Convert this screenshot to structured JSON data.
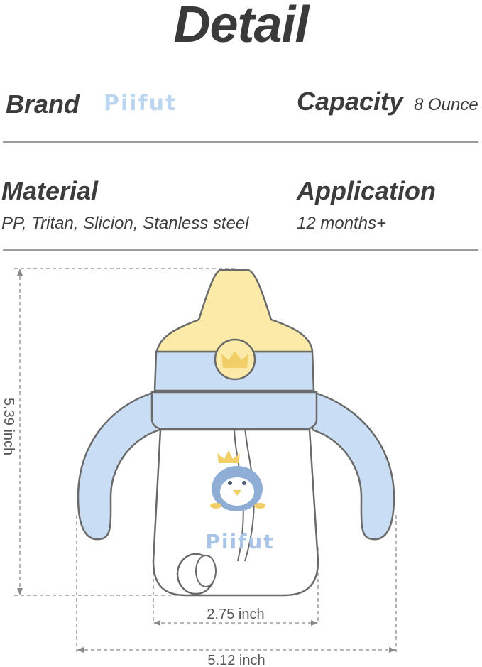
{
  "title": "Detail",
  "brand": {
    "label": "Brand",
    "logo_text": "Piifut"
  },
  "capacity": {
    "label": "Capacity",
    "value": "8 Ounce"
  },
  "material": {
    "label": "Material",
    "value": "PP, Tritan, Slicion, Stanless steel"
  },
  "application": {
    "label": "Application",
    "value": "12 months+"
  },
  "dimensions": {
    "height": "5.39 inch",
    "base_width": "2.75 inch",
    "total_width": "5.12 inch"
  },
  "product": {
    "logo_text": "Piifut"
  },
  "colors": {
    "yellow": "#fbeaa8",
    "blue": "#c9def5",
    "outline": "#6a6a6a",
    "divider": "#9a9a9a"
  }
}
